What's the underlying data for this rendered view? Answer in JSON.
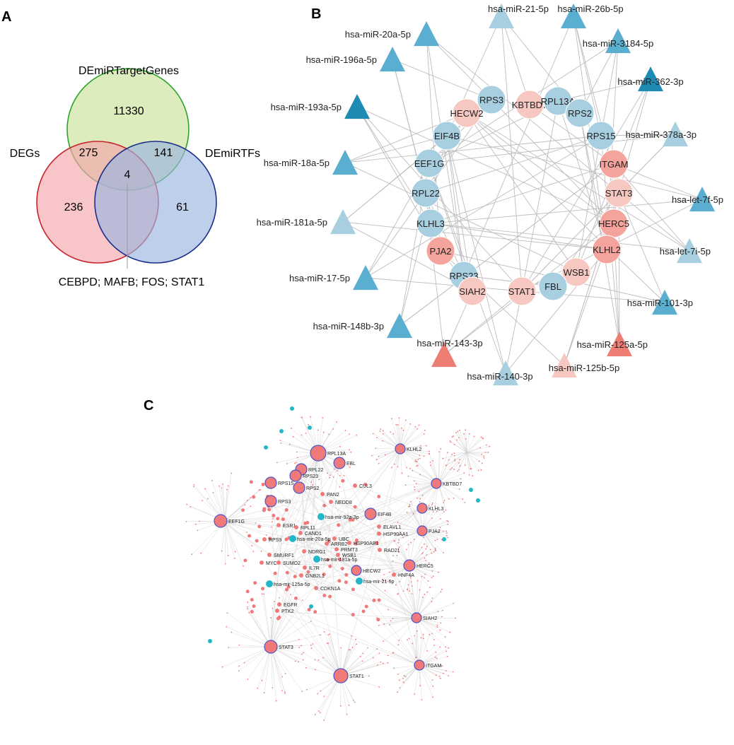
{
  "panels": {
    "a": {
      "letter": "A",
      "sets": [
        {
          "name": "DEmiRTargetGenes",
          "color": "#d6e9b0",
          "stroke": "#2aa52a"
        },
        {
          "name": "DEGs",
          "color": "#f4a6ab",
          "stroke": "#c8232c"
        },
        {
          "name": "DEmiRTFs",
          "color": "#9ab6e0",
          "stroke": "#1a2f8a"
        }
      ],
      "regions": {
        "top_only": "11330",
        "degs_target": "275",
        "target_tfs": "141",
        "all_three": "4",
        "degs_only": "236",
        "tfs_only": "61"
      },
      "callout": "CEBPD; MAFB; FOS; STAT1"
    },
    "b": {
      "letter": "B",
      "colors": {
        "blue_light": "#a8cfe0",
        "blue_mid": "#5aaed0",
        "blue_dark": "#1e8bb4",
        "pink_light": "#f7c7c2",
        "pink_mid": "#f4a49c",
        "salmon": "#ee7e74",
        "edge": "#bdbdbd"
      },
      "mirnas": [
        {
          "label": "hsa-miR-21-5p",
          "shade": "light"
        },
        {
          "label": "hsa-miR-26b-5p",
          "shade": "mid"
        },
        {
          "label": "hsa-miR-20a-5p",
          "shade": "mid"
        },
        {
          "label": "hsa-miR-3184-5p",
          "shade": "mid"
        },
        {
          "label": "hsa-miR-196a-5p",
          "shade": "mid"
        },
        {
          "label": "hsa-miR-362-3p",
          "shade": "dark"
        },
        {
          "label": "hsa-miR-193a-5p",
          "shade": "dark"
        },
        {
          "label": "hsa-miR-378a-3p",
          "shade": "light"
        },
        {
          "label": "hsa-miR-18a-5p",
          "shade": "mid"
        },
        {
          "label": "hsa-let-7f-5p",
          "shade": "mid"
        },
        {
          "label": "hsa-miR-181a-5p",
          "shade": "light"
        },
        {
          "label": "hsa-let-7i-5p",
          "shade": "light"
        },
        {
          "label": "hsa-miR-17-5p",
          "shade": "mid"
        },
        {
          "label": "hsa-miR-101-3p",
          "shade": "mid"
        },
        {
          "label": "hsa-miR-148b-3p",
          "shade": "mid"
        },
        {
          "label": "hsa-miR-125a-5p",
          "shade": "salmon"
        },
        {
          "label": "hsa-miR-143-3p",
          "shade": "salmon"
        },
        {
          "label": "hsa-miR-125b-5p",
          "shade": "pink"
        },
        {
          "label": "hsa-miR-140-3p",
          "shade": "light"
        }
      ],
      "genes": [
        {
          "label": "KBTBD7",
          "shade": "pink"
        },
        {
          "label": "RPS3",
          "shade": "blue"
        },
        {
          "label": "RPL13A",
          "shade": "blue"
        },
        {
          "label": "HECW2",
          "shade": "pink"
        },
        {
          "label": "RPS2",
          "shade": "blue"
        },
        {
          "label": "EIF4B",
          "shade": "blue"
        },
        {
          "label": "RPS15",
          "shade": "blue"
        },
        {
          "label": "EEF1G",
          "shade": "blue"
        },
        {
          "label": "ITGAM",
          "shade": "pinkmid"
        },
        {
          "label": "RPL22",
          "shade": "blue"
        },
        {
          "label": "STAT3",
          "shade": "pink"
        },
        {
          "label": "KLHL3",
          "shade": "blue"
        },
        {
          "label": "HERC5",
          "shade": "pinkmid"
        },
        {
          "label": "PJA2",
          "shade": "pinkmid"
        },
        {
          "label": "KLHL2",
          "shade": "pinkmid"
        },
        {
          "label": "RPS23",
          "shade": "blue"
        },
        {
          "label": "WSB1",
          "shade": "pink"
        },
        {
          "label": "SIAH2",
          "shade": "pink"
        },
        {
          "label": "STAT1",
          "shade": "pink"
        },
        {
          "label": "FBL",
          "shade": "blue"
        }
      ]
    },
    "c": {
      "letter": "C",
      "colors": {
        "node": "#f07a7a",
        "mirna": "#22b7c9",
        "ring": "#4a56c9",
        "edge": "#cfcfcf"
      },
      "hubs": [
        {
          "label": "RPL13A"
        },
        {
          "label": "KLHL2"
        },
        {
          "label": "FBL"
        },
        {
          "label": "RPL22"
        },
        {
          "label": "RPS23"
        },
        {
          "label": "RPS15"
        },
        {
          "label": "RPS2"
        },
        {
          "label": "KBTBD7"
        },
        {
          "label": "RPS3"
        },
        {
          "label": "EIF4B"
        },
        {
          "label": "KLHL3"
        },
        {
          "label": "EEF1G"
        },
        {
          "label": "PJA2"
        },
        {
          "label": "HECW2"
        },
        {
          "label": "HERC5"
        },
        {
          "label": "SIAH2"
        },
        {
          "label": "STAT3"
        },
        {
          "label": "ITGAM"
        },
        {
          "label": "STAT1"
        }
      ],
      "labels": [
        {
          "label": "CUL3"
        },
        {
          "label": "PAN2"
        },
        {
          "label": "NEDD8"
        },
        {
          "label": "hsa-mir-92a-3p"
        },
        {
          "label": "ESR1"
        },
        {
          "label": "RPL11"
        },
        {
          "label": "CAND1"
        },
        {
          "label": "ELAVL1"
        },
        {
          "label": "hsa-mir-20a-5p"
        },
        {
          "label": "UBC"
        },
        {
          "label": "HSP90AB1"
        },
        {
          "label": "HSP90AA1"
        },
        {
          "label": "RPS9"
        },
        {
          "label": "ARRB2"
        },
        {
          "label": "NDRG1"
        },
        {
          "label": "PRMT3"
        },
        {
          "label": "RAD21"
        },
        {
          "label": "SMURF1"
        },
        {
          "label": "WSB1"
        },
        {
          "label": "MYC"
        },
        {
          "label": "SUMO2"
        },
        {
          "label": "hsa-mir-181a-5p"
        },
        {
          "label": "IL7R"
        },
        {
          "label": "GNB2L1"
        },
        {
          "label": "HNF4A"
        },
        {
          "label": "hsa-mir-125a-5p"
        },
        {
          "label": "hsa-mir-21-5p"
        },
        {
          "label": "CDKN1A"
        },
        {
          "label": "EGFR"
        },
        {
          "label": "PTK2"
        }
      ]
    }
  }
}
